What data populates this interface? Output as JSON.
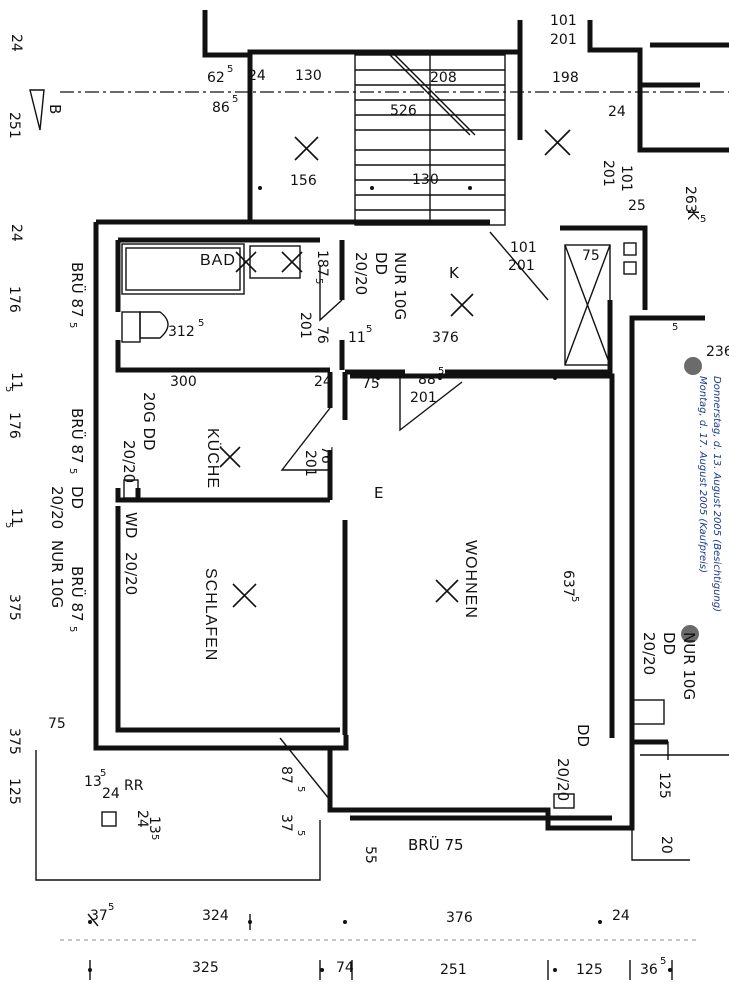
{
  "rooms": {
    "bad": "BAD",
    "kueche": "KÜCHE",
    "schlafen": "SCHLAFEN",
    "wohnen": "WOHNEN"
  },
  "top_dims": {
    "d62": "62",
    "d62s": "5",
    "d24a": "24",
    "d130a": "130",
    "d208": "208",
    "d198": "198",
    "d101a": "101",
    "d201a": "201",
    "d86": "86",
    "d86s": "5",
    "d526": "526",
    "d24b": "24",
    "d156": "156",
    "d130b": "130",
    "d101b": "101",
    "d201b": "201",
    "d263": "263",
    "d5": "5",
    "d25": "25",
    "d101c": "101",
    "d201c": "201",
    "d75a": "75"
  },
  "interior_dims": {
    "d187": "187",
    "d187s": "5",
    "d201d": "201",
    "d76a": "76",
    "d11": "11",
    "d11s": "5",
    "d312": "312",
    "d312s": "5",
    "d376a": "376",
    "d300": "300",
    "d24c": "24",
    "d75b": "75",
    "d88": "88",
    "d88s": "5",
    "d201e": "201",
    "d76b": "76",
    "d201f": "201",
    "d637": "637",
    "d637s": "5",
    "d236": "236",
    "d5b": "5"
  },
  "annotations": {
    "nur10g_a": "NUR 10G",
    "dd_a": "DD",
    "a2020_a": "20/20",
    "g20_dd": "20G DD",
    "a2020_b": "20/20",
    "wd": "WD",
    "a2020_c": "20/20",
    "nur10g_b": "NUR 10G",
    "dd_b": "DD",
    "a2020_d": "20/20",
    "dd_c": "DD",
    "a2020_e": "20/20",
    "dd_d": "DD",
    "a2020_f": "20/20",
    "nur10g_c": "NUR 10G",
    "k1": "K",
    "k2": "K",
    "e": "E"
  },
  "left_dims": {
    "l24a": "24",
    "l251": "251",
    "l24b": "24",
    "l176a": "176",
    "bru875a": "BRÜ 87",
    "bru875as": "5",
    "l11a": "11",
    "l11as": "5",
    "l176b": "176",
    "bru875b": "BRÜ 87",
    "bru875bs": "5",
    "l11b": "11",
    "l11bs": "5",
    "l375": "375",
    "bru875c": "BRÜ 87",
    "bru875cs": "5",
    "l375b": "375",
    "l125": "125",
    "marker_b": "B"
  },
  "bottom_dims": {
    "d75c": "75",
    "d13a": "13",
    "d13as": "5",
    "d24d": "24",
    "rr": "RR",
    "d24e": "24",
    "d13b": "13",
    "d13bs": "5",
    "d87": "87",
    "d87s": "5",
    "d37": "37",
    "d37s": "5",
    "d55": "55",
    "bru75": "BRÜ 75",
    "d125": "125",
    "d20": "20",
    "r1_37": "37",
    "r1_37s": "5",
    "r1_324": "324",
    "r1_376": "376",
    "r1_24": "24",
    "r2_325": "325",
    "r2_74": "74",
    "r2_251": "251",
    "r2_125": "125",
    "r2_36": "36",
    "r2_36s": "5"
  },
  "handwritten": {
    "line1": "Donnerstag, d. 13. August 2005 (Besichtigung)",
    "line2": "Montag, d. 17. August 2005 (Kaufpreis)"
  }
}
